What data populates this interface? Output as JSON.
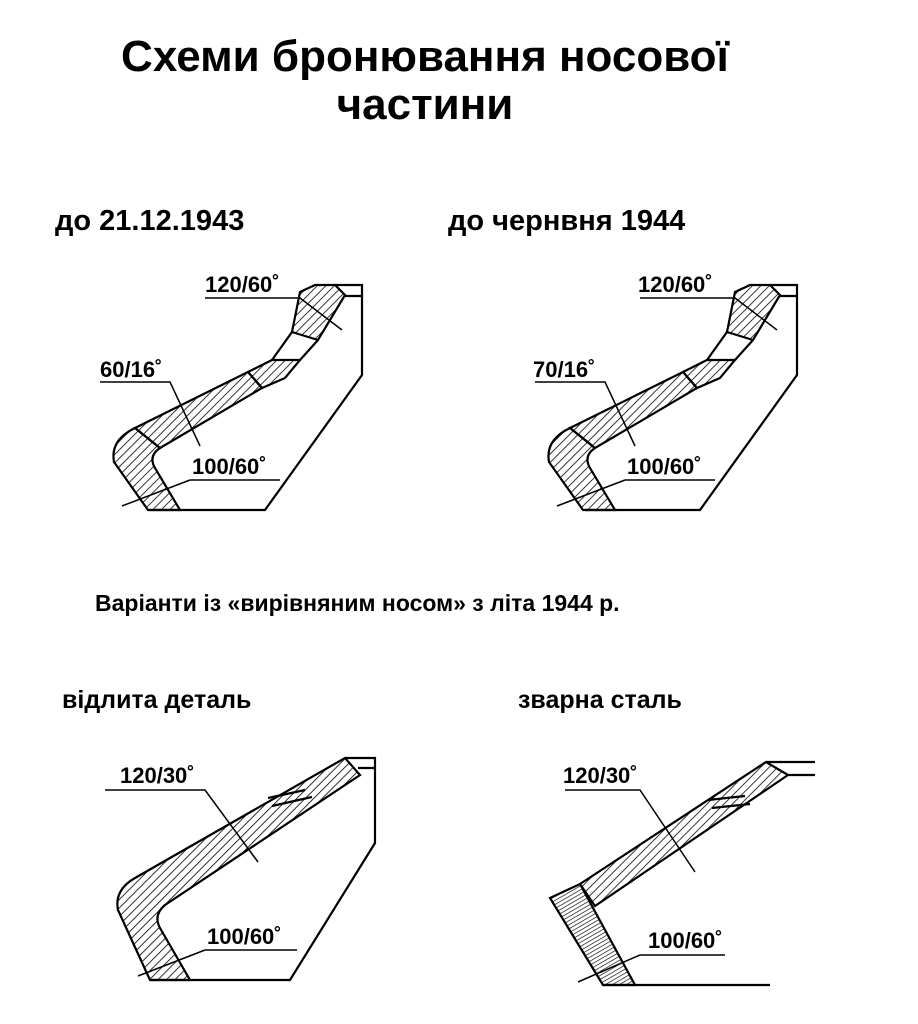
{
  "title": {
    "line1": "Схеми бронювання носової",
    "line2": "частини"
  },
  "section_top": {
    "left_heading": "до 21.12.1943",
    "right_heading": "до чернвня 1944"
  },
  "section_bottom_caption": "Варіанти із «вирівняним носом» з літа 1944 р.",
  "section_bottom": {
    "left_heading": "відлита деталь",
    "right_heading": "зварна сталь"
  },
  "diagrams": [
    {
      "upper": "120/60˚",
      "middle": "60/16˚",
      "lower": "100/60˚"
    },
    {
      "upper": "120/60˚",
      "middle": "70/16˚",
      "lower": "100/60˚"
    },
    {
      "upper": "120/30˚",
      "lower": "100/60˚"
    },
    {
      "upper": "120/30˚",
      "lower": "100/60˚"
    }
  ]
}
